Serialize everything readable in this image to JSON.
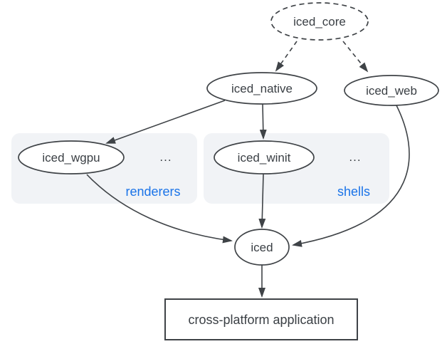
{
  "diagram": {
    "nodes": {
      "core": {
        "label": "iced_core"
      },
      "native": {
        "label": "iced_native"
      },
      "web": {
        "label": "iced_web"
      },
      "wgpu": {
        "label": "iced_wgpu"
      },
      "winit": {
        "label": "iced_winit"
      },
      "iced": {
        "label": "iced"
      },
      "app": {
        "label": "cross-platform application"
      }
    },
    "groups": {
      "renderers": {
        "label": "renderers",
        "ellipsis": "..."
      },
      "shells": {
        "label": "shells",
        "ellipsis": "..."
      }
    },
    "colors": {
      "stroke": "#3f4347",
      "text": "#3a3f44",
      "group_fill": "#f1f3f6",
      "group_label": "#1a73e8",
      "node_fill": "#ffffff",
      "background": "#ffffff"
    }
  }
}
